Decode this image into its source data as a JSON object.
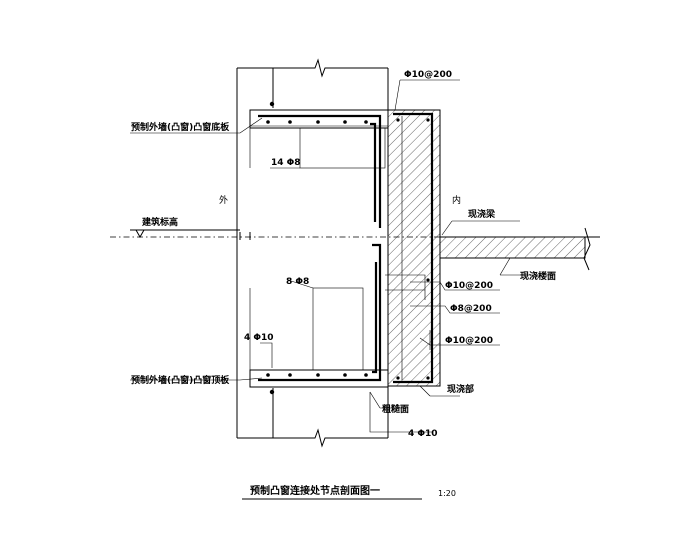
{
  "labels": {
    "top_bar": "Φ10@200",
    "upper_slab": "预制外墙(凸窗)凸窗底板",
    "upper_rebar": "14 Φ8",
    "outside": "外",
    "inside": "内",
    "building_elev": "建筑标高",
    "cast_beam": "现浇梁",
    "cast_slab": "现浇楼面",
    "mid_rebar": "8 Φ8",
    "bar_r1": "Φ10@200",
    "bar_r2": "Φ8@200",
    "bar_r3": "Φ10@200",
    "lower_rebar": "4 Φ10",
    "lower_slab": "预制外墙(凸窗)凸窗顶板",
    "rough_face": "粗糙面",
    "cast_part": "现浇部",
    "bottom_rebar": "4 Φ10"
  },
  "title": {
    "text": "预制凸窗连接处节点剖面图一",
    "scale": "1:20"
  }
}
